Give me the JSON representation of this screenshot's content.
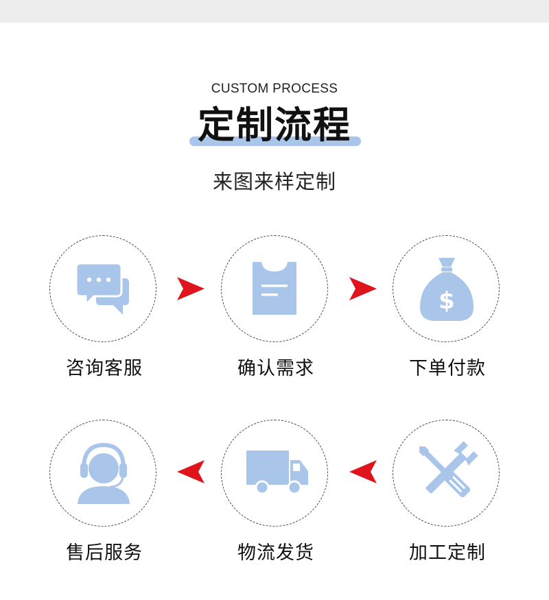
{
  "header": {
    "subtitle_en": "CUSTOM PROCESS",
    "title": "定制流程",
    "tagline": "来图来样定制"
  },
  "steps": [
    {
      "label": "咨询客服",
      "icon": "chat-bubbles-icon"
    },
    {
      "label": "确认需求",
      "icon": "clipboard-icon"
    },
    {
      "label": "下单付款",
      "icon": "money-bag-icon"
    },
    {
      "label": "售后服务",
      "icon": "headset-user-icon"
    },
    {
      "label": "物流发货",
      "icon": "delivery-truck-icon"
    },
    {
      "label": "加工定制",
      "icon": "wrench-screwdriver-icon"
    }
  ],
  "colors": {
    "icon": "#a9c5ea",
    "arrow": "#e0141c",
    "title_underline": "#a9c5ea"
  }
}
